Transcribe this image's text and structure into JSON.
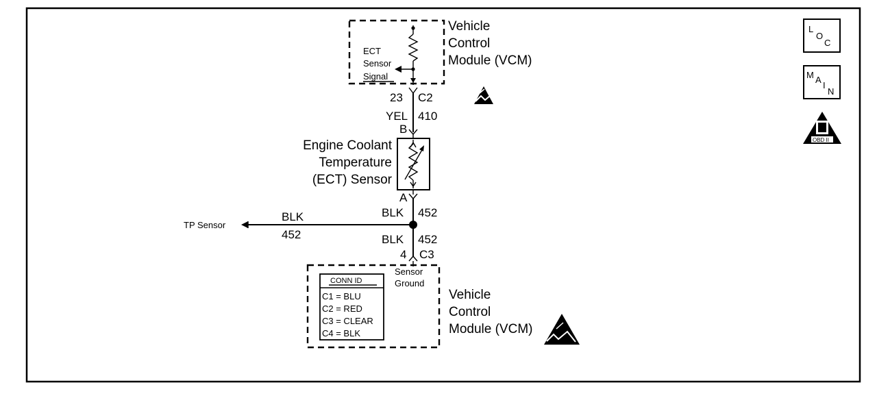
{
  "vcm_top": {
    "title_line1": "Vehicle",
    "title_line2": "Control",
    "title_line3": "Module (VCM)",
    "signal_line1": "ECT",
    "signal_line2": "Sensor",
    "signal_line3": "Signal"
  },
  "connector_c2": {
    "pin": "23",
    "name": "C2"
  },
  "wire_upper": {
    "color": "YEL",
    "circuit": "410"
  },
  "sensor": {
    "pin_top": "B",
    "pin_bottom": "A",
    "name_line1": "Engine Coolant",
    "name_line2": "Temperature",
    "name_line3": "(ECT) Sensor"
  },
  "wire_lower_a": {
    "color": "BLK",
    "circuit": "452"
  },
  "tp_branch": {
    "label": "TP Sensor",
    "color": "BLK",
    "circuit": "452"
  },
  "wire_lower_b": {
    "color": "BLK",
    "circuit": "452"
  },
  "connector_c3": {
    "pin": "4",
    "name": "C3"
  },
  "vcm_bottom": {
    "title_line1": "Vehicle",
    "title_line2": "Control",
    "title_line3": "Module (VCM)",
    "ground_line1": "Sensor",
    "ground_line2": "Ground"
  },
  "conn_id": {
    "title": "CONN ID",
    "rows": [
      "C1 = BLU",
      "C2 = RED",
      "C3 = CLEAR",
      "C4 = BLK"
    ]
  },
  "side_icons": {
    "loc": {
      "l1": "L",
      "l2": "O",
      "l3": "C"
    },
    "main": {
      "l1": "M",
      "l2": "A",
      "l3": "I",
      "l4": "N"
    },
    "obd": {
      "label": "OBD II"
    }
  }
}
